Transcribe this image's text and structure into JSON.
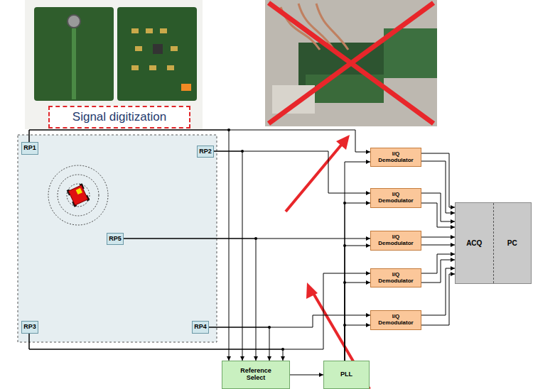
{
  "diagram": {
    "nodes": [
      {
        "text": [
          "Signal digitization"
        ]
      },
      {
        "text": [
          "RP1"
        ]
      },
      {
        "text": [
          "RP2"
        ]
      },
      {
        "text": [
          "I/Q Demodulator"
        ]
      },
      {
        "text": [
          "I/Q Demodulator"
        ]
      },
      {
        "text": [
          "RP5"
        ]
      },
      {
        "text": [
          "I/Q Demodulator"
        ]
      },
      {
        "text": [
          "ACQ",
          "PC"
        ]
      },
      {
        "text": [
          "I/Q Demodulator"
        ]
      },
      {
        "text": [
          "RP3"
        ]
      },
      {
        "text": [
          "RP4"
        ]
      },
      {
        "text": [
          "I/Q Demodulator"
        ]
      },
      {
        "text": [
          "Reference Select"
        ]
      },
      {
        "text": [
          "PLL"
        ]
      }
    ],
    "edges": [
      {
        "from": 1,
        "to": 12,
        "arrow": "to"
      },
      {
        "from": 1,
        "to": 3,
        "arrow": "to"
      },
      {
        "from": 2,
        "to": 4,
        "arrow": "to"
      },
      {
        "from": 2,
        "to": 12,
        "arrow": "to"
      },
      {
        "from": 5,
        "to": 6,
        "arrow": "to"
      },
      {
        "from": 5,
        "to": 12,
        "arrow": "to"
      },
      {
        "from": 9,
        "to": 8,
        "arrow": "to"
      },
      {
        "from": 9,
        "to": 12,
        "arrow": "to"
      },
      {
        "from": 10,
        "to": 11,
        "arrow": "to"
      },
      {
        "from": 10,
        "to": 12,
        "arrow": "to"
      },
      {
        "from": 12,
        "to": 13,
        "arrow": "to"
      },
      {
        "from": 13,
        "to": 3,
        "arrow": "to"
      },
      {
        "from": 13,
        "to": 4,
        "arrow": "to"
      },
      {
        "from": 13,
        "to": 6,
        "arrow": "to"
      },
      {
        "from": 13,
        "to": 8,
        "arrow": "to"
      },
      {
        "from": 13,
        "to": 11,
        "arrow": "to"
      },
      {
        "from": 3,
        "to": 7,
        "arrow": "to"
      },
      {
        "from": 3,
        "to": 7,
        "arrow": "to"
      },
      {
        "from": 4,
        "to": 7,
        "arrow": "to"
      },
      {
        "from": 4,
        "to": 7,
        "arrow": "to"
      },
      {
        "from": 6,
        "to": 7,
        "arrow": "to"
      },
      {
        "from": 6,
        "to": 7,
        "arrow": "to"
      },
      {
        "from": 8,
        "to": 7,
        "arrow": "to"
      },
      {
        "from": 8,
        "to": 7,
        "arrow": "to"
      },
      {
        "from": 11,
        "to": 7,
        "arrow": "to"
      },
      {
        "from": 11,
        "to": 7,
        "arrow": "to"
      }
    ]
  }
}
